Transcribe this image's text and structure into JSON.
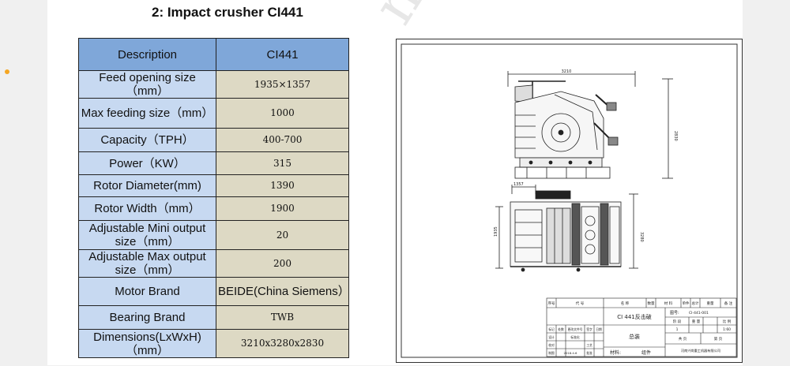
{
  "title": "2: Impact crusher CI441",
  "watermark": "ng",
  "table": {
    "header": {
      "description": "Description",
      "model": "CI441"
    },
    "rows": [
      {
        "label": "Feed opening size（mm）",
        "value": "1935×1357",
        "h": 34
      },
      {
        "label": "Max feeding size（mm）",
        "value": "1000",
        "h": 38
      },
      {
        "label": "Capacity（TPH）",
        "value": "400-700",
        "h": 30
      },
      {
        "label": "Power（KW）",
        "value": "315",
        "h": 29
      },
      {
        "label": "Rotor Diameter(mm)",
        "value": "1390",
        "h": 28
      },
      {
        "label": "Rotor Width（mm）",
        "value": "1900",
        "h": 30
      },
      {
        "label": "Adjustable Mini output size（mm）",
        "value": "20",
        "h": 37
      },
      {
        "label": "Adjustable Max output size（mm）",
        "value": "200",
        "h": 35
      },
      {
        "label": "Motor Brand",
        "value": "BEIDE(China Siemens）",
        "h": 36,
        "wide": true
      },
      {
        "label": "Bearing Brand",
        "value": "TWB",
        "h": 30
      },
      {
        "label": "Dimensions(LxWxH)（mm）",
        "value": "3210x3280x2830",
        "h": 36
      }
    ]
  },
  "drawing": {
    "dim_top_width": "3210",
    "dim_top_height": "2830",
    "dim_plan_top": "1357",
    "dim_plan_left": "1935",
    "dim_plan_right": "3280",
    "title_block": {
      "part_name": "CI 441反击破",
      "assembly": "总装",
      "drawing_no_label": "图号:",
      "drawing_no": "CI-441-001",
      "scale_value": "1:60",
      "qty_value": "1",
      "material_label": "材料:",
      "material_value": "组件",
      "company": "河南兴岗重工机器有限公司",
      "date": "2018.4.6",
      "hdr_no": "序号",
      "hdr_code": "代  号",
      "hdr_name": "名  称",
      "hdr_qty": "数量",
      "hdr_material": "材  料",
      "hdr_single": "单件",
      "hdr_total": "总计",
      "hdr_weight": "重量",
      "hdr_remark": "备  注",
      "stage": "阶  段",
      "weight": "重  量",
      "ratio": "比  例",
      "sheets_total": "共  页",
      "sheet_no": "第  页",
      "row_mark": "标记",
      "row_count": "处数",
      "row_zone": "分区",
      "row_change": "更改文件号",
      "row_sign": "签字",
      "row_date": "日期",
      "row_design": "设计",
      "row_standard": "标准化",
      "row_check": "校对",
      "row_process": "工艺",
      "row_review": "审核",
      "row_approve": "批准",
      "row_draw": "制图",
      "row_audit": "审定"
    }
  }
}
